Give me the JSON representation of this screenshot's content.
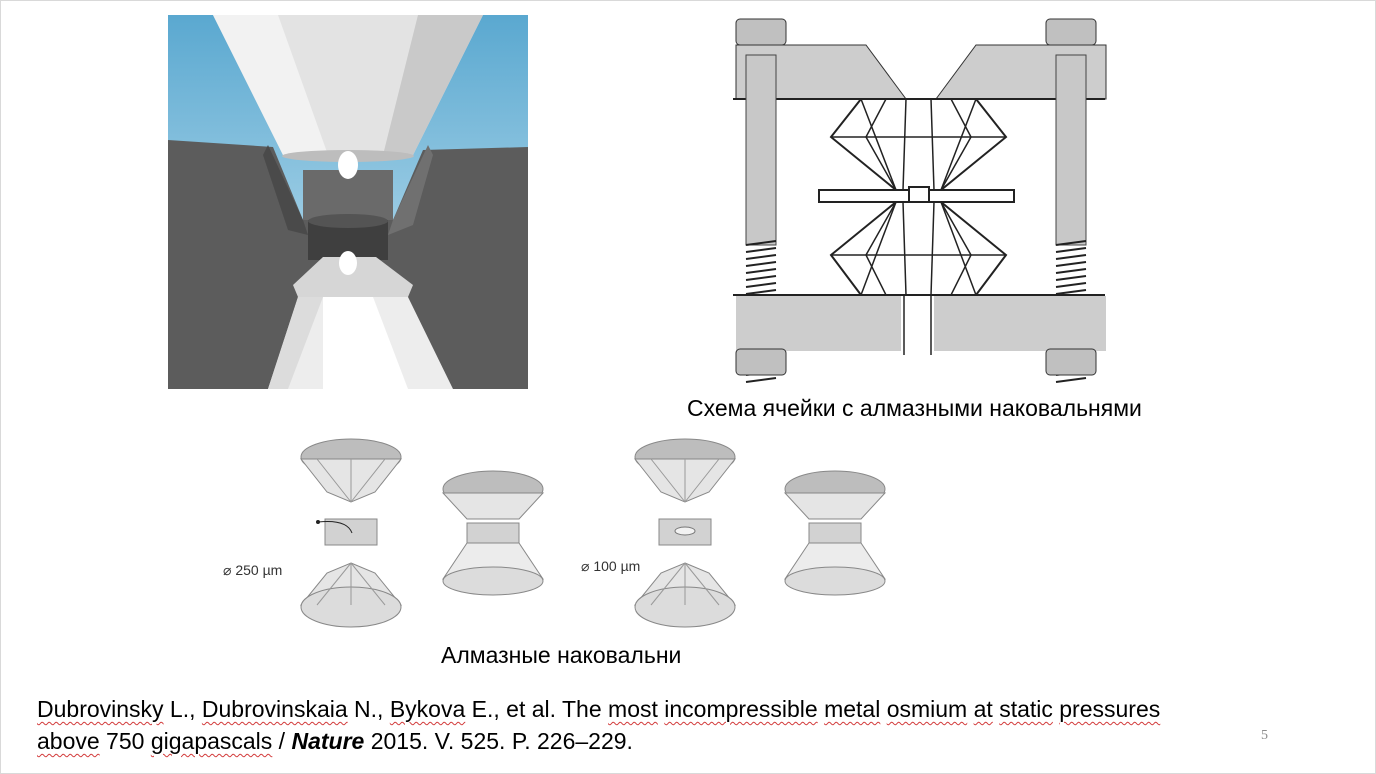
{
  "captions": {
    "cell_scheme": "Схема ячейки с алмазными наковальнями",
    "anvils": "Алмазные наковальни"
  },
  "labels": {
    "diameter_250": "⌀ 250 µm",
    "diameter_100": "⌀ 100 µm"
  },
  "reference": {
    "authors_1": "Dubrovinsky",
    "authors_2": " L., ",
    "authors_3": "Dubrovinskaia",
    "authors_4": " N., ",
    "authors_5": "Bykova",
    "authors_6": " E., et al. The ",
    "title_1": "most",
    "title_2": " ",
    "title_3": "incompressible",
    "title_4": " ",
    "title_5": "metal",
    "title_6": " ",
    "title_7": "osmium",
    "title_8": " ",
    "title_9": "at",
    "title_10": " ",
    "title_11": "static",
    "title_12": " ",
    "title_13": "pressures",
    "title_14": " ",
    "title_15": "above",
    "title_16": " 750 ",
    "title_17": "gigapascals",
    "sep": " / ",
    "journal": "Nature",
    "details": " 2015. V. 525. P. 226–229."
  },
  "page_number": "5",
  "colors": {
    "sky": "#79bddc",
    "dark_gray": "#5f5f5f",
    "light_gray": "#cfcfcf",
    "spell_underline": "#d23a3a"
  }
}
